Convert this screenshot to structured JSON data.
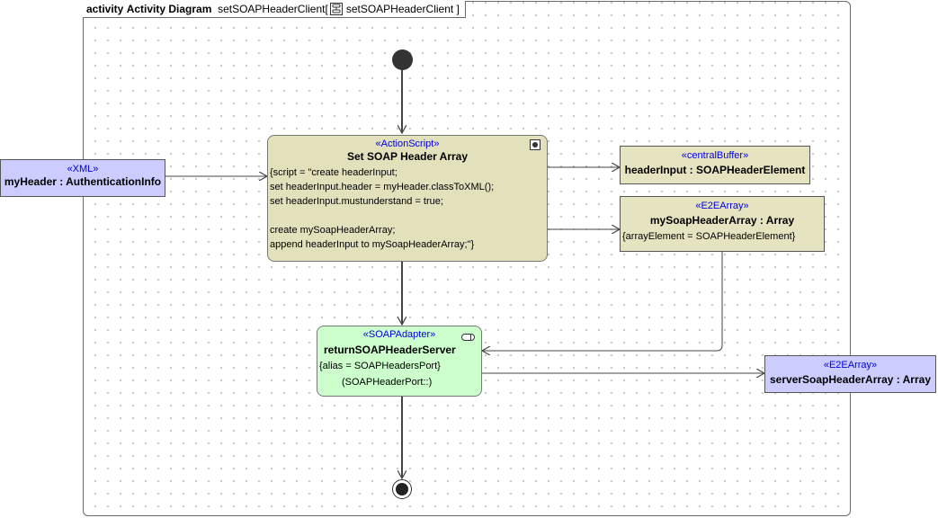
{
  "frame": {
    "kind": "activity",
    "diagram_type": "Activity Diagram",
    "name": "setSOAPHeaderClient",
    "bracket_open": "[",
    "ref_name": "setSOAPHeaderClient",
    "bracket_close": "]"
  },
  "nodes": {
    "my_header": {
      "stereotype": "«XML»",
      "name": "myHeader : AuthenticationInfo"
    },
    "set_soap_header_array": {
      "stereotype": "«ActionScript»",
      "name": "Set SOAP Header Array",
      "script_lines": [
        "{script = \"create headerInput;",
        "set headerInput.header = myHeader.classToXML();",
        "set headerInput.mustunderstand = true;",
        "",
        "create mySoapHeaderArray;",
        "append headerInput to mySoapHeaderArray;\"}"
      ]
    },
    "header_input": {
      "stereotype": "«centralBuffer»",
      "name": "headerInput : SOAPHeaderElement"
    },
    "my_soap_header_array": {
      "stereotype": "«E2EArray»",
      "name": "mySoapHeaderArray : Array",
      "tagged": "{arrayElement = SOAPHeaderElement}"
    },
    "return_soap_header_server": {
      "stereotype": "«SOAPAdapter»",
      "name": "returnSOAPHeaderServer",
      "tagged": "{alias = SOAPHeadersPort}",
      "port": "(SOAPHeaderPort::)"
    },
    "server_soap_header_array": {
      "stereotype": "«E2EArray»",
      "name": "serverSoapHeaderArray : Array"
    }
  },
  "colors": {
    "object_blue": "#ccccff",
    "object_tan": "#e6e3c0",
    "action_tan": "#e3e0bc",
    "action_green": "#ccffcc",
    "stereotype_text": "#0000dd",
    "edge": "#444444"
  }
}
